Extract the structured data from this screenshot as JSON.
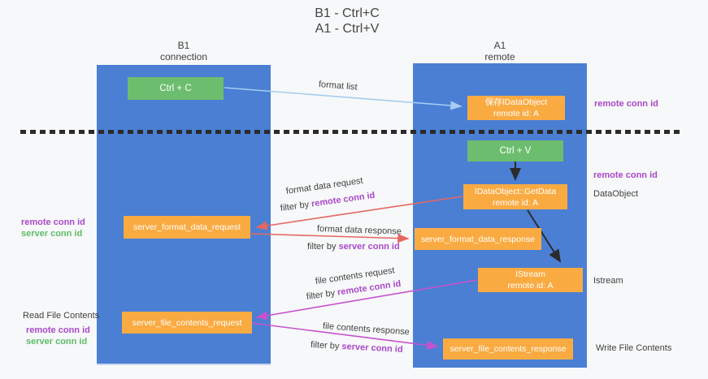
{
  "title": {
    "line1": "B1 - Ctrl+C",
    "line2": "A1 - Ctrl+V"
  },
  "lanes": {
    "left": {
      "name": "B1",
      "subtitle": "connection"
    },
    "right": {
      "name": "A1",
      "subtitle": "remote"
    }
  },
  "nodes": {
    "ctrl_c": {
      "label": "Ctrl + C"
    },
    "ctrl_v": {
      "label": "Ctrl + V"
    },
    "save_idataobject": {
      "line1": "保存IDataObject",
      "line2": "remote id: A"
    },
    "idataobject_getdata": {
      "line1": "IDataObject::GetData",
      "line2": "remote id: A"
    },
    "istream": {
      "line1": "IStream",
      "line2": "remote id: A"
    },
    "server_format_data_request": {
      "label": "server_format_data_request"
    },
    "server_format_data_response": {
      "label": "server_format_data_response"
    },
    "server_file_contents_request": {
      "label": "server_file_contents_request"
    },
    "server_file_contents_response": {
      "label": "server_file_contents_response"
    }
  },
  "arrow_labels": {
    "format_list": "format list",
    "format_data_request": "format data request",
    "format_data_response": "format data response",
    "file_contents_request": "file contents request",
    "file_contents_response": "file contents response",
    "filter_by": "filter by ",
    "remote_conn_id": "remote conn id",
    "server_conn_id": "server conn id"
  },
  "side_labels": {
    "right_remote_conn_id_top": "remote conn id",
    "right_remote_conn_id_mid": "remote conn id",
    "dataobject": "DataObject",
    "istream": "Istream",
    "write_file_contents": "Write File Contents",
    "left_remote_conn_id_top": "remote conn id",
    "left_server_conn_id_top": "server conn id",
    "read_file_contents": "Read File Contents",
    "left_remote_conn_id_bottom": "remote conn id",
    "left_server_conn_id_bottom": "server conn id"
  },
  "colors": {
    "lane_fill": "#4a7fd4",
    "node_green": "#6cbe6e",
    "node_orange": "#f9ab42",
    "arrow_light_blue": "#a6ccf2",
    "arrow_red": "#e56762",
    "arrow_magenta": "#c653ce",
    "arrow_black": "#2b2b2b",
    "label_purple": "#a948c9",
    "label_green": "#5dbd64",
    "text_dark": "#3f3f3f",
    "background": "#f7f8f9"
  }
}
